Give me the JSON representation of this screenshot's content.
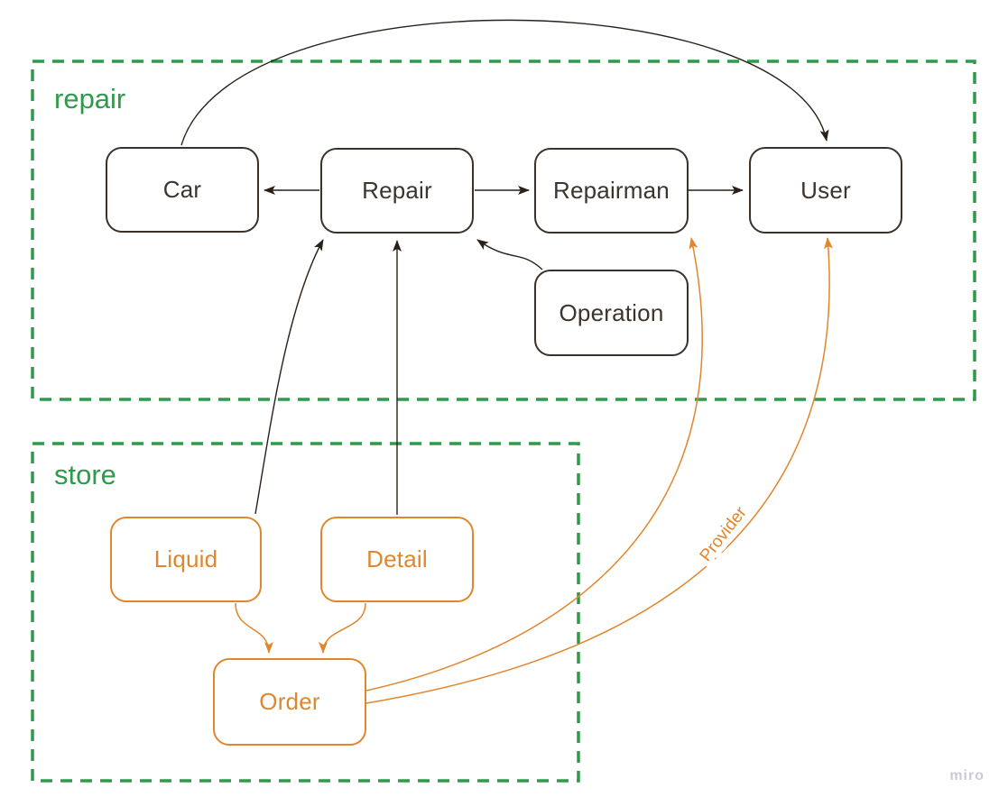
{
  "canvas": {
    "background": "#ffffff"
  },
  "watermark": "miro",
  "colors": {
    "container_green": "#2f9a4c",
    "orange": "#e0862d",
    "dark_border": "#3a312a",
    "dark_line": "#292119",
    "watermark_gray": "#c9ccd2"
  },
  "diagram": {
    "containers": [
      {
        "id": "repair",
        "label": "repair"
      },
      {
        "id": "store",
        "label": "store"
      }
    ],
    "nodes": [
      {
        "id": "car",
        "label": "Car",
        "group": "repair",
        "color": "dark"
      },
      {
        "id": "repair",
        "label": "Repair",
        "group": "repair",
        "color": "dark"
      },
      {
        "id": "repairman",
        "label": "Repairman",
        "group": "repair",
        "color": "dark"
      },
      {
        "id": "user",
        "label": "User",
        "group": "repair",
        "color": "dark"
      },
      {
        "id": "operation",
        "label": "Operation",
        "group": "repair",
        "color": "dark"
      },
      {
        "id": "liquid",
        "label": "Liquid",
        "group": "store",
        "color": "orange"
      },
      {
        "id": "detail",
        "label": "Detail",
        "group": "store",
        "color": "orange"
      },
      {
        "id": "order",
        "label": "Order",
        "group": "store",
        "color": "orange"
      }
    ],
    "edges": [
      {
        "from": "car",
        "to": "user",
        "color": "dark"
      },
      {
        "from": "repair",
        "to": "car",
        "color": "dark"
      },
      {
        "from": "repair",
        "to": "repairman",
        "color": "dark"
      },
      {
        "from": "repairman",
        "to": "user",
        "color": "dark"
      },
      {
        "from": "operation",
        "to": "repair",
        "color": "dark"
      },
      {
        "from": "liquid",
        "to": "repair",
        "color": "dark"
      },
      {
        "from": "detail",
        "to": "repair",
        "color": "dark"
      },
      {
        "from": "liquid",
        "to": "order",
        "color": "orange"
      },
      {
        "from": "detail",
        "to": "order",
        "color": "orange"
      },
      {
        "from": "order",
        "to": "repairman",
        "color": "orange"
      },
      {
        "from": "order",
        "to": "user",
        "color": "orange",
        "label": "Provider"
      }
    ]
  }
}
